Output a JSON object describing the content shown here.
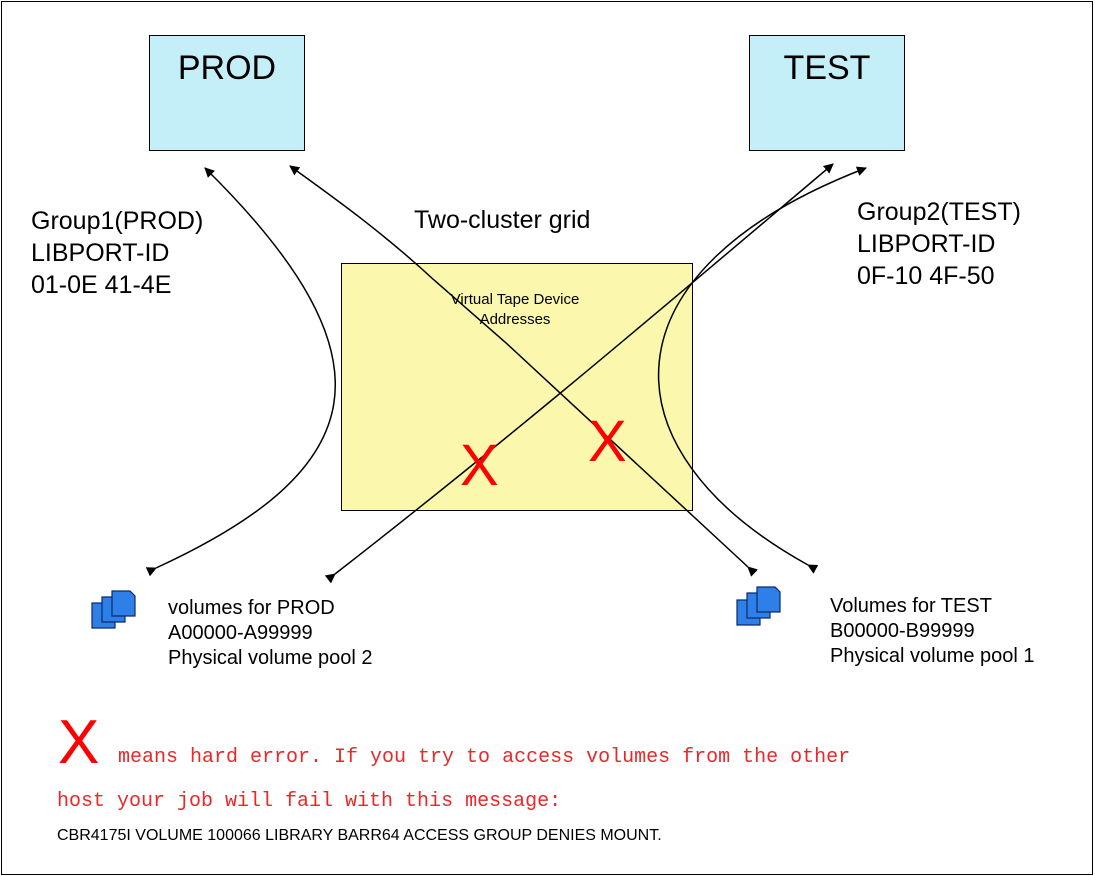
{
  "hosts": {
    "prod": "PROD",
    "test": "TEST"
  },
  "groups": {
    "prod": [
      "Group1(PROD)",
      "LIBPORT-ID",
      "01-0E 41-4E"
    ],
    "test": [
      "Group2(TEST)",
      "LIBPORT-ID",
      "0F-10 4F-50"
    ]
  },
  "grid": {
    "title": "Two-cluster grid",
    "device_lines": [
      "Virtual Tape Device",
      "Addresses"
    ]
  },
  "error_mark": "X",
  "volumes": {
    "prod": [
      "volumes for PROD",
      "A00000-A99999",
      "Physical volume pool 2"
    ],
    "test": [
      "Volumes for TEST",
      "B00000-B99999",
      "Physical volume pool 1"
    ]
  },
  "legend": {
    "mark": "X",
    "line1": "means hard error. If you try to access volumes from the other",
    "line2": "host your job will fail with this message:"
  },
  "message": "CBR4175I VOLUME 100066 LIBRARY BARR64 ACCESS GROUP DENIES MOUNT.",
  "colors": {
    "host_fill": "#c4eef8",
    "grid_fill": "#fbf7ac",
    "error_red": "#ff0000",
    "legend_text": "#e8282a",
    "volume_icon": "#2f7fe8"
  }
}
